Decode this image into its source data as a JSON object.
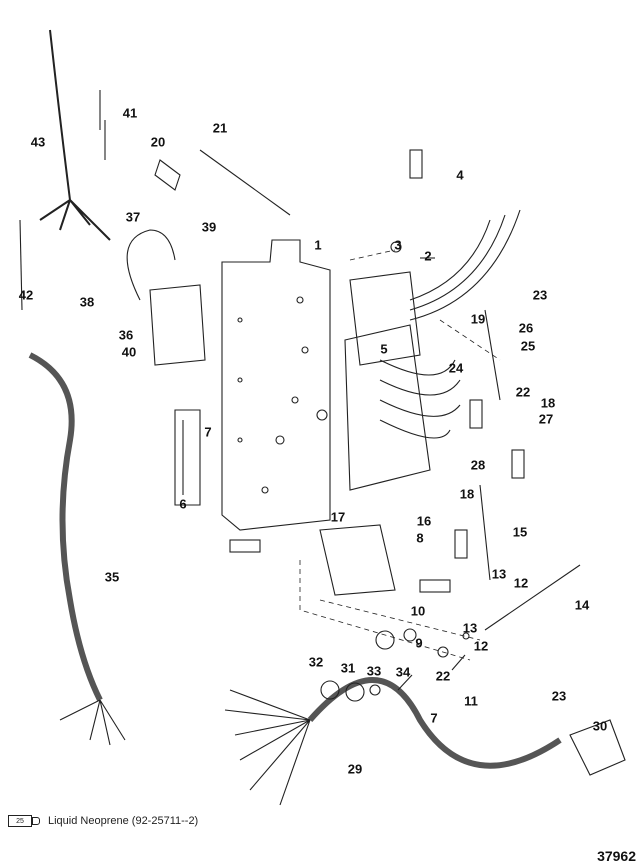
{
  "diagram": {
    "callouts": [
      "41",
      "43",
      "20",
      "21",
      "1",
      "3",
      "2",
      "4",
      "37",
      "39",
      "23",
      "26",
      "19",
      "25",
      "38",
      "36",
      "40",
      "24",
      "5",
      "42",
      "22",
      "18",
      "27",
      "7",
      "28",
      "18",
      "16",
      "17",
      "8",
      "15",
      "6",
      "13",
      "12",
      "14",
      "35",
      "10",
      "13",
      "12",
      "32",
      "31",
      "33",
      "34",
      "9",
      "22",
      "11",
      "23",
      "7",
      "30",
      "29"
    ],
    "sealant_tube_label": "25",
    "legend": {
      "symbol_number": "25",
      "text": "Liquid Neoprene (92-25711--2)"
    },
    "figure_number": "37962",
    "line_color": "#222222"
  }
}
